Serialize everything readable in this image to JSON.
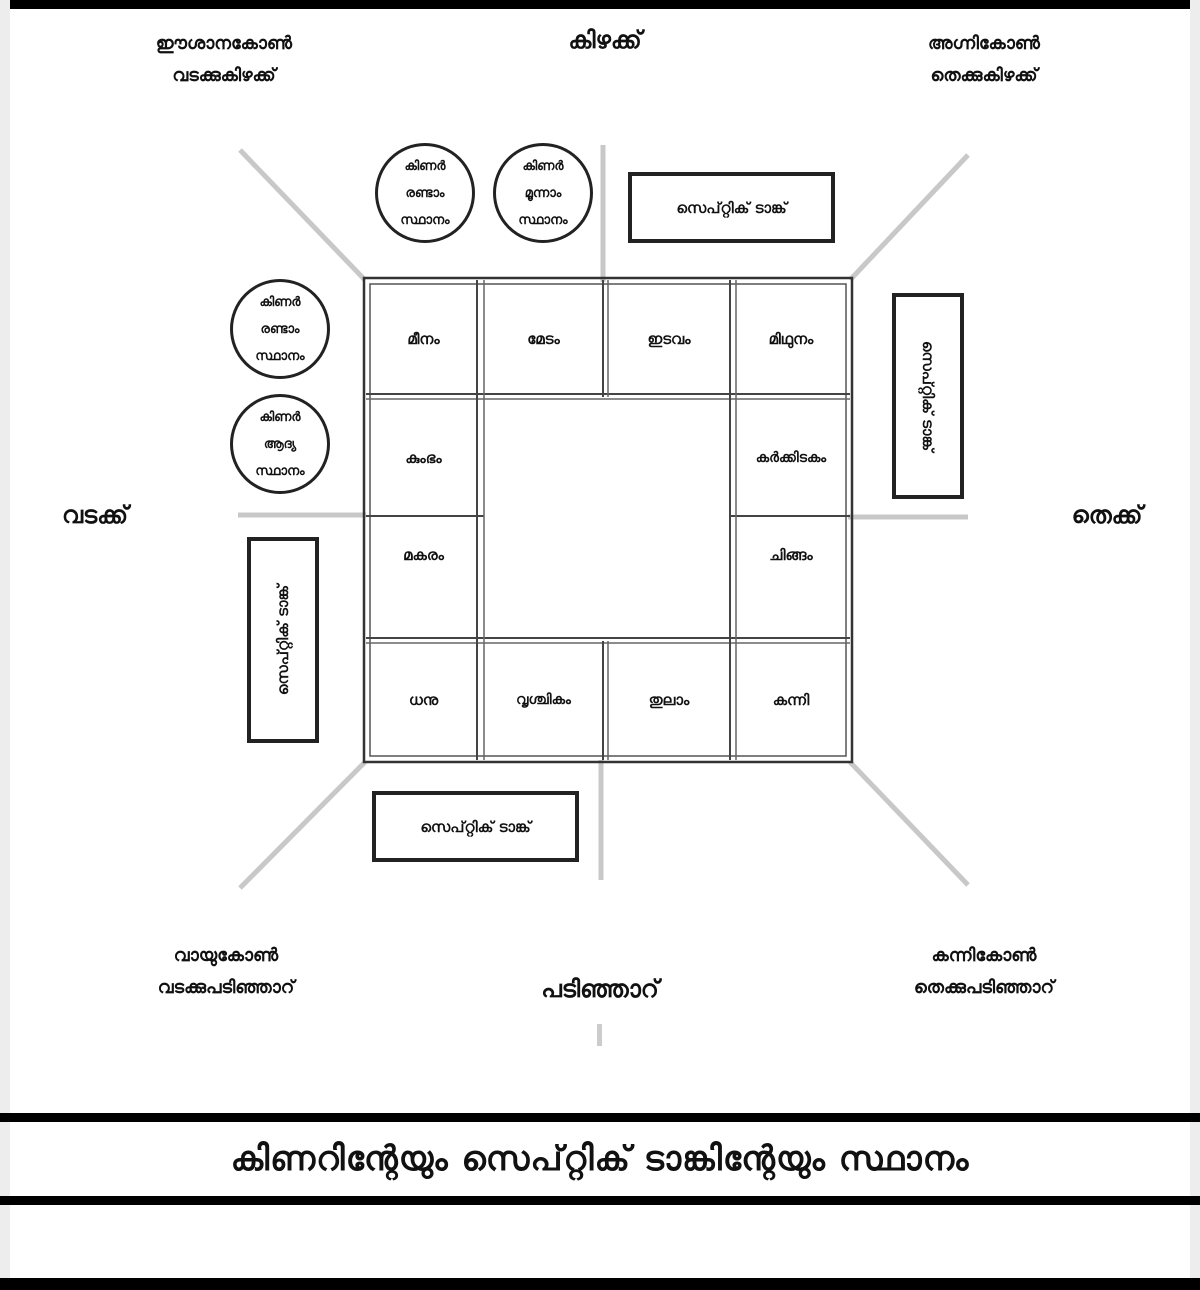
{
  "corners": {
    "ne": {
      "line1": "ഈശാനകോൺ",
      "line2": "വടക്കുകിഴക്ക്"
    },
    "se": {
      "line1": "അഗ്നികോൺ",
      "line2": "തെക്കുകിഴക്ക്"
    },
    "nw": {
      "line1": "വായുകോൺ",
      "line2": "വടക്കുപടിഞ്ഞാറ്"
    },
    "sw": {
      "line1": "കന്നികോൺ",
      "line2": "തെക്കുപടിഞ്ഞാറ്"
    }
  },
  "directions": {
    "east": "കിഴക്ക്",
    "west": "പടിഞ്ഞാറ്",
    "north": "വടക്ക്",
    "south": "തെക്ക്"
  },
  "rashi": {
    "meenam": "മീനം",
    "medam": "മേടം",
    "idavam": "ഇടവം",
    "mithunam": "മിഥുനം",
    "kumbham": "കുംഭം",
    "karkidakam": "കർക്കിടകം",
    "makaram": "മകരം",
    "chingam": "ചിങ്ങം",
    "dhanu": "ധനു",
    "vrischikam": "വൃശ്ചികം",
    "thulam": "തുലാം",
    "kanni": "കന്നി"
  },
  "wells": {
    "top_second": {
      "line1": "കിണർ",
      "line2": "രണ്ടാം",
      "line3": "സ്ഥാനം"
    },
    "top_third": {
      "line1": "കിണർ",
      "line2": "മൂന്നാം",
      "line3": "സ്ഥാനം"
    },
    "left_second": {
      "line1": "കിണർ",
      "line2": "രണ്ടാം",
      "line3": "സ്ഥാനം"
    },
    "left_first": {
      "line1": "കിണർ",
      "line2": "ആദ്യ",
      "line3": "സ്ഥാനം"
    }
  },
  "tanks": {
    "top": "സെപ്റ്റിക് ടാങ്ക്",
    "right": "സെപ്റ്റിക് ടാങ്ക്",
    "left": "സെപ്റ്റിക് ടാങ്ക്",
    "bottom": "സെപ്റ്റിക് ടാങ്ക്"
  },
  "title": "കിണറിന്റേയും സെപ്റ്റിക് ടാങ്കിന്റേയും സ്ഥാനം"
}
